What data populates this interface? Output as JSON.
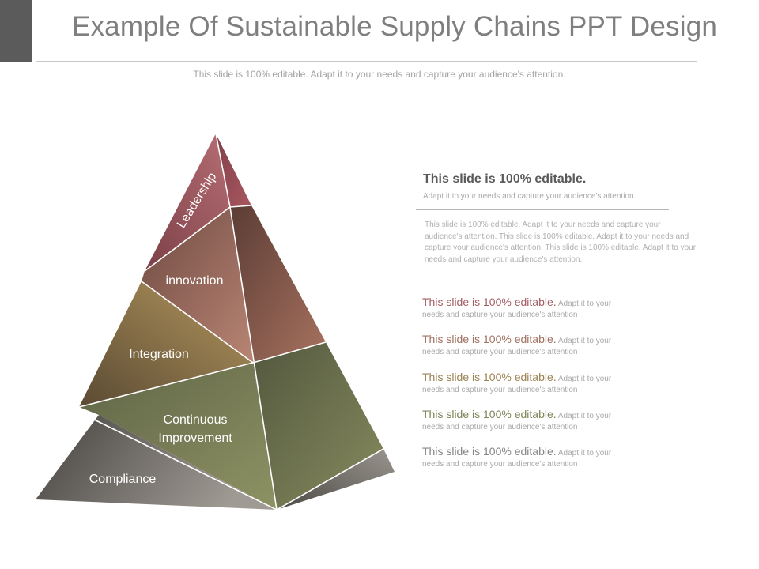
{
  "title": "Example Of Sustainable Supply Chains PPT Design",
  "subtitle": "This slide is 100% editable. Adapt it to your needs and capture your audience's attention.",
  "pyramid": {
    "levels": [
      {
        "label": "Leadership",
        "color": "#a45e64"
      },
      {
        "label": "innovation",
        "color": "#a87466"
      },
      {
        "label": "Integration",
        "color": "#9b8252"
      },
      {
        "label": "Continuous",
        "label2": "Improvement",
        "color": "#84875e"
      },
      {
        "label": "Compliance",
        "color": "#6a6660"
      }
    ]
  },
  "panel": {
    "heading": "This slide is 100% editable.",
    "subheading": "Adapt it to your needs and capture your audience's attention.",
    "body": "This slide is 100% editable. Adapt it to your needs and capture your audience's attention. This slide is 100% editable. Adapt it to your needs and capture your audience's attention. This slide is 100% editable. Adapt it to your needs and capture your audience's attention."
  },
  "list": [
    {
      "head": "This slide is 100% editable.",
      "rest": " Adapt it to your",
      "line2": "needs and capture your audience's attention",
      "color": "#a45e64"
    },
    {
      "head": "This slide is 100% editable.",
      "rest": " Adapt it to your",
      "line2": "needs and capture your audience's attention",
      "color": "#a0705e"
    },
    {
      "head": "This slide is 100% editable.",
      "rest": " Adapt it to your",
      "line2": "needs and capture your audience's attention",
      "color": "#9b8252"
    },
    {
      "head": "This slide is 100% editable.",
      "rest": " Adapt it to your",
      "line2": "needs and capture your audience's attention",
      "color": "#7f8458"
    },
    {
      "head": "This slide is 100% editable.",
      "rest": " Adapt it to your",
      "line2": "needs and capture your audience's attention",
      "color": "#858585"
    }
  ]
}
